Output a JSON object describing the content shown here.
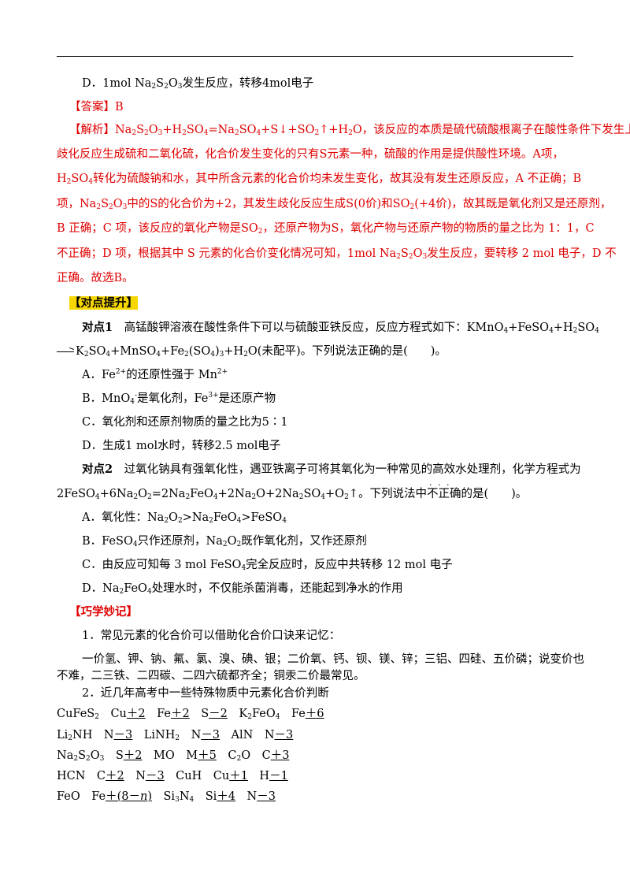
{
  "lineD_prev": "D．1mol Na₂S₂O₃发生反应，转移4mol电子",
  "answer": "【答案】B",
  "analysis": [
    "【解析】Na₂S₂O₃+H₂SO₄=Na₂SO₄+S↓+SO₂↑+H₂O，该反应的本质是硫代硫酸根离子在酸性条件下发生",
    "歧化反应生成硫和二氧化硫，化合价发生变化的只有S元素一种，硫酸的作用是提供酸性环境。A项，",
    "H₂SO₄转化为硫酸钠和水，其中所含元素的化合价均未发生变化，故其没有发生还原反应，A不正确；B",
    "项，Na₂S₂O₃中的S的化合价为+2，其发生歧化反应生成S(0价)和SO₂(+4价)，故其既是氧化剂又是还原剂，",
    "B正确；C项，该反应的氧化产物是SO₂，还原产物为S，氧化产物与还原产物的物质的量之比为1：1，C",
    "不正确；D项，根据其中S元素的化合价变化情况可知，1mol Na₂S₂O₃发生反应，要转移2 mol电子，D不",
    "正确。故选B。"
  ],
  "section_title": "【对点提升】",
  "q1": {
    "label": "对点1",
    "stem1": "高锰酸钾溶液在酸性条件下可以与硫酸亚铁反应，反应方程式如下：KMnO₄+FeSO₄+H₂SO₄",
    "stem2": "K₂SO₄+MnSO₄+Fe₂(SO₄)₃+H₂O(未配平)。下列说法正确的是(　　)。",
    "options": [
      "A．Fe²⁺的还原性强于Mn²⁺",
      "B．MnO₄⁻是氧化剂，Fe³⁺是还原产物",
      "C．氧化剂和还原剂物质的量之比为5∶1",
      "D．生成1 mol水时，转移2.5 mol电子"
    ]
  },
  "q2": {
    "label": "对点2",
    "stem1": "过氧化钠具有强氧化性，遇亚铁离子可将其氧化为一种常见的高效水处理剂，化学方程式为",
    "stem2a": "2FeSO₄+6Na₂O₂=2Na₂FeO₄+2Na₂O+2Na₂SO₄+O₂↑。下列说法中",
    "stem2b": "不正确",
    "stem2c": "的是(　　)。",
    "options": [
      "A．氧化性：Na₂O₂>Na₂FeO₄>FeSO₄",
      "B．FeSO₄只作还原剂，Na₂O₂既作氧化剂，又作还原剂",
      "C．由反应可知每3 mol FeSO₄完全反应时，反应中共转移12 mol电子",
      "D．Na₂FeO₄处理水时，不仅能杀菌消毒，还能起到净水的作用"
    ]
  },
  "memo_title": "【巧学妙记】",
  "memo": {
    "p1": "1．常见元素的化合价可以借助化合价口诀来记忆：",
    "p2a": "一价氢、钾、钠、氟、氯、溴、碘、银；二价氧、钙、钡、镁、锌；三铝、四硅、五价磷；说变价也",
    "p2b": "不难，二三铁、二四碳、二四六硫都齐全；铜汞二价最常见。",
    "p3": "2．近几年高考中一些特殊物质中元素化合价判断",
    "rows": [
      "CuFeS₂　Cu＋2　Fe＋2　S－2　K₂FeO₄　Fe＋6",
      "Li₂NH　N－3　LiNH₂　N－3　AlN　N－3",
      "Na₂S₂O₃　S＋2　MO　M＋5　C₂O　C＋3",
      "HCN　C＋2　N－3　CuH　Cu＋1　H－1",
      "FeO　Fe＋(8－n)　Si₃N₄　Si＋4　N－3"
    ]
  }
}
